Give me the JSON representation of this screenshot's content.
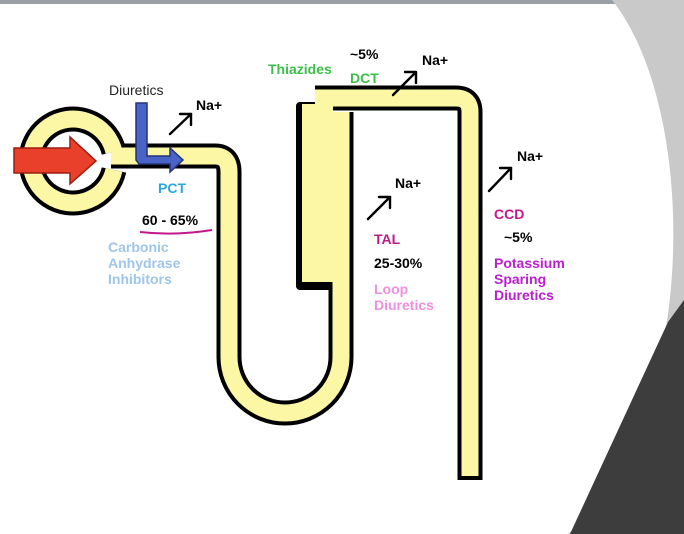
{
  "colors": {
    "tubule_fill": "#fbf7a5",
    "tubule_outline": "#000000",
    "inflow_arrow": "#e8402a",
    "diuretic_arrow": "#4a63c6",
    "pct_blue": "#29a9e0",
    "light_blue": "#9fc5ea",
    "thiazide_green": "#3cbf4a",
    "magenta": "#c2188c",
    "pink": "#ef8fe0",
    "purple": "#bb1fcf",
    "slide_gray": "#c9c9c9",
    "slide_dark": "#3d3d3d"
  },
  "labels": {
    "diuretics": "Diuretics",
    "na_pct": "Na+",
    "na_dct": "Na+",
    "na_tal": "Na+",
    "na_ccd": "Na+",
    "pct": "PCT",
    "pct_percent": "60 - 65%",
    "pct_drug": "Carbonic Anhydrase Inhibitors",
    "thiazides": "Thiazides",
    "dct_percent": "~5%",
    "dct": "DCT",
    "tal": "TAL",
    "tal_percent": "25-30%",
    "tal_drug": "Loop Diuretics",
    "ccd": "CCD",
    "ccd_percent": "~5%",
    "ccd_drug": "Potassium Sparing Diuretics"
  },
  "icons": {
    "inflow": "red-arrow-icon",
    "diuretic": "blue-bent-arrow-icon",
    "na_out": "diagonal-arrow-icon"
  }
}
